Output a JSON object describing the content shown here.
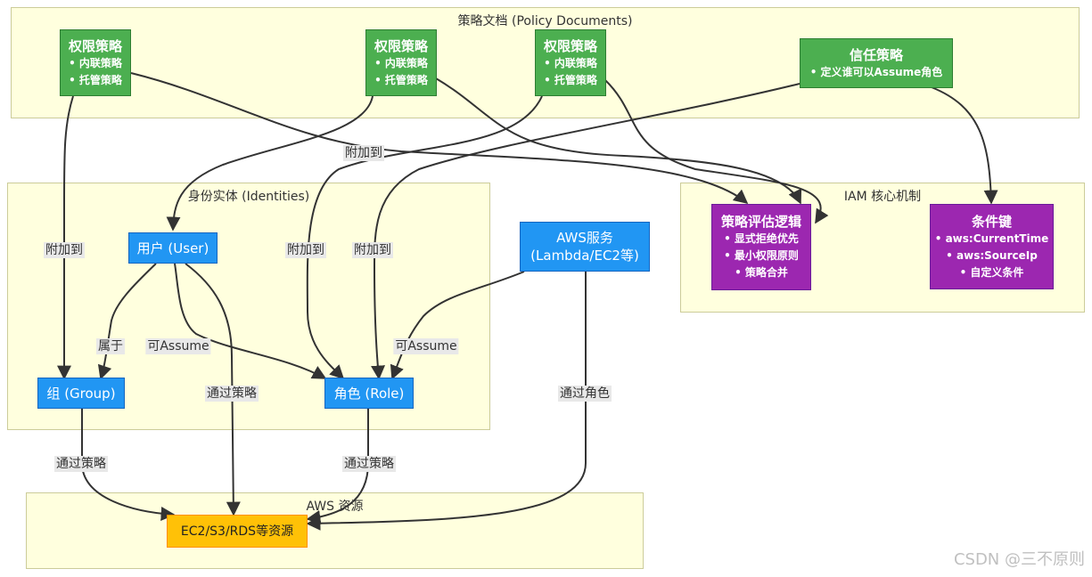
{
  "clusters": {
    "policy": "策略文档 (Policy Documents)",
    "identity": "身份实体 (Identities)",
    "iam": "IAM 核心机制",
    "aws": "AWS 资源"
  },
  "nodes": {
    "perm1": {
      "title": "权限策略",
      "lines": [
        "• 内联策略",
        "• 托管策略"
      ]
    },
    "perm2": {
      "title": "权限策略",
      "lines": [
        "• 内联策略",
        "• 托管策略"
      ]
    },
    "perm3": {
      "title": "权限策略",
      "lines": [
        "• 内联策略",
        "• 托管策略"
      ]
    },
    "trust": {
      "title": "信任策略",
      "lines": [
        "• 定义谁可以Assume角色"
      ]
    },
    "user": {
      "title": "用户 (User)"
    },
    "service": {
      "title": "AWS服务",
      "subtitle": "(Lambda/EC2等)"
    },
    "group": {
      "title": "组 (Group)"
    },
    "role": {
      "title": "角色 (Role)"
    },
    "eval": {
      "title": "策略评估逻辑",
      "lines": [
        "• 显式拒绝优先",
        "• 最小权限原则",
        "• 策略合并"
      ]
    },
    "cond": {
      "title": "条件键",
      "lines": [
        "• aws:CurrentTime",
        "• aws:SourceIp",
        "• 自定义条件"
      ]
    },
    "resource": {
      "title": "EC2/S3/RDS等资源"
    }
  },
  "edge_labels": {
    "perm1_group": "附加到",
    "perm2_user": "附加到",
    "perm3_role": "附加到",
    "trust_role": "附加到",
    "user_group": "属于",
    "user_role": "可Assume",
    "service_role": "可Assume",
    "user_res": "通过策略",
    "group_res": "通过策略",
    "role_res": "通过策略",
    "service_res": "通过角色"
  },
  "watermark": "CSDN @三不原则",
  "colors": {
    "policy_node": "#4caf50",
    "identity_node": "#2196f3",
    "iam_node": "#9c27b0",
    "resource_node": "#ffc107",
    "cluster_bg": "#ffffde",
    "edge": "#333333"
  }
}
